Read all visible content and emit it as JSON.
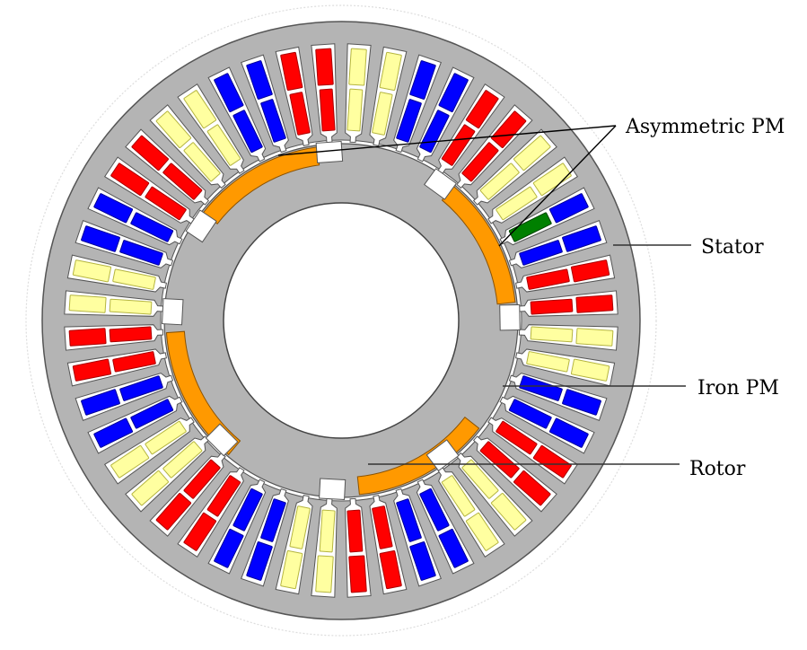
{
  "title": "Motor cross-section",
  "labels": {
    "asymmetric_pm": "Asymmetric PM",
    "stator": "Stator",
    "iron_pm": "Iron PM",
    "rotor": "Rotor"
  },
  "colors": {
    "background": "#ffffff",
    "stator": "#b4b4b4",
    "rotor": "#b4b4b4",
    "slot": "#ffffff",
    "outline": "#555555",
    "magnet": "#ff9900",
    "phase_a": "#ff0000",
    "phase_b": "#ffffa0",
    "phase_c": "#0000ff",
    "phase_special": "#008000"
  },
  "stator": {
    "slot_count": 48,
    "slot_pattern": [
      "A",
      "A",
      "B",
      "B",
      "C",
      "C"
    ],
    "special_coil": {
      "slot_index": 10,
      "layer": "inner",
      "phase": "special"
    }
  },
  "rotor": {
    "magnets": [
      {
        "start_deg": -52,
        "end_deg": -8
      },
      {
        "start_deg": 40,
        "end_deg": 84
      },
      {
        "start_deg": 128,
        "end_deg": 174
      },
      {
        "start_deg": 220,
        "end_deg": 266
      }
    ],
    "notches": [
      -56,
      -4,
      36,
      89,
      143,
      183,
      225,
      273
    ]
  }
}
